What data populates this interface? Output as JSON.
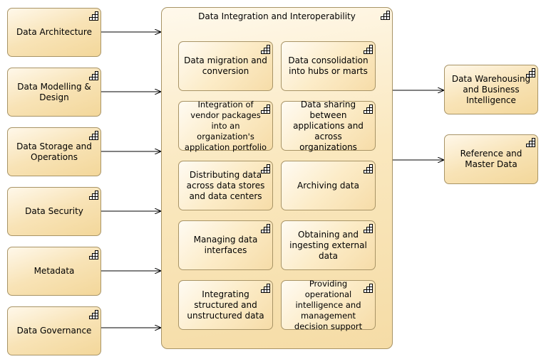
{
  "inputs": [
    {
      "label": "Data Architecture"
    },
    {
      "label": "Data Modelling & Design"
    },
    {
      "label": "Data Storage and Operations"
    },
    {
      "label": "Data Security"
    },
    {
      "label": "Metadata"
    },
    {
      "label": "Data Governance"
    }
  ],
  "center": {
    "title": "Data Integration and Interoperability",
    "items": [
      {
        "label": "Data migration and conversion"
      },
      {
        "label": "Data consolidation into hubs or marts"
      },
      {
        "label": "Integration of vendor packages into an organization's application portfolio"
      },
      {
        "label": "Data sharing between applications and across organizations"
      },
      {
        "label": "Distributing data across data stores and data centers"
      },
      {
        "label": "Archiving data"
      },
      {
        "label": "Managing data interfaces"
      },
      {
        "label": "Obtaining and ingesting external data"
      },
      {
        "label": "Integrating structured and unstructured data"
      },
      {
        "label": "Providing operational intelligence and management decision support"
      }
    ]
  },
  "outputs": [
    {
      "label": "Data Warehousing and Business Intelligence"
    },
    {
      "label": "Reference and Master Data"
    }
  ],
  "icon": "component-icon"
}
